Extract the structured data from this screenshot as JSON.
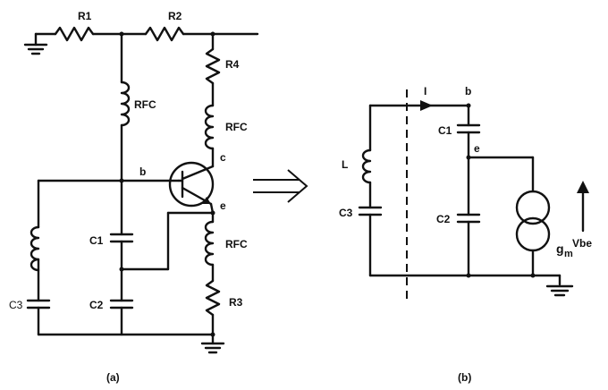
{
  "figure_a": {
    "caption": "(a)",
    "labels": {
      "r1": "R1",
      "r2": "R2",
      "r3": "R3",
      "r4": "R4",
      "rfc_top": "RFC",
      "rfc_collector": "RFC",
      "rfc_emitter": "RFC",
      "c1": "C1",
      "c2": "C2",
      "c3": "C3",
      "base": "b",
      "collector": "c",
      "emitter": "e"
    }
  },
  "arrow": {
    "symbol": "⇒"
  },
  "figure_b": {
    "caption": "(b)",
    "labels": {
      "current": "I",
      "base": "b",
      "emitter": "e",
      "c1": "C1",
      "c2": "C2",
      "c3": "C3",
      "inductor": "L",
      "gm_main": "g",
      "gm_sub": "m",
      "gm_tail": "Vbe"
    }
  }
}
